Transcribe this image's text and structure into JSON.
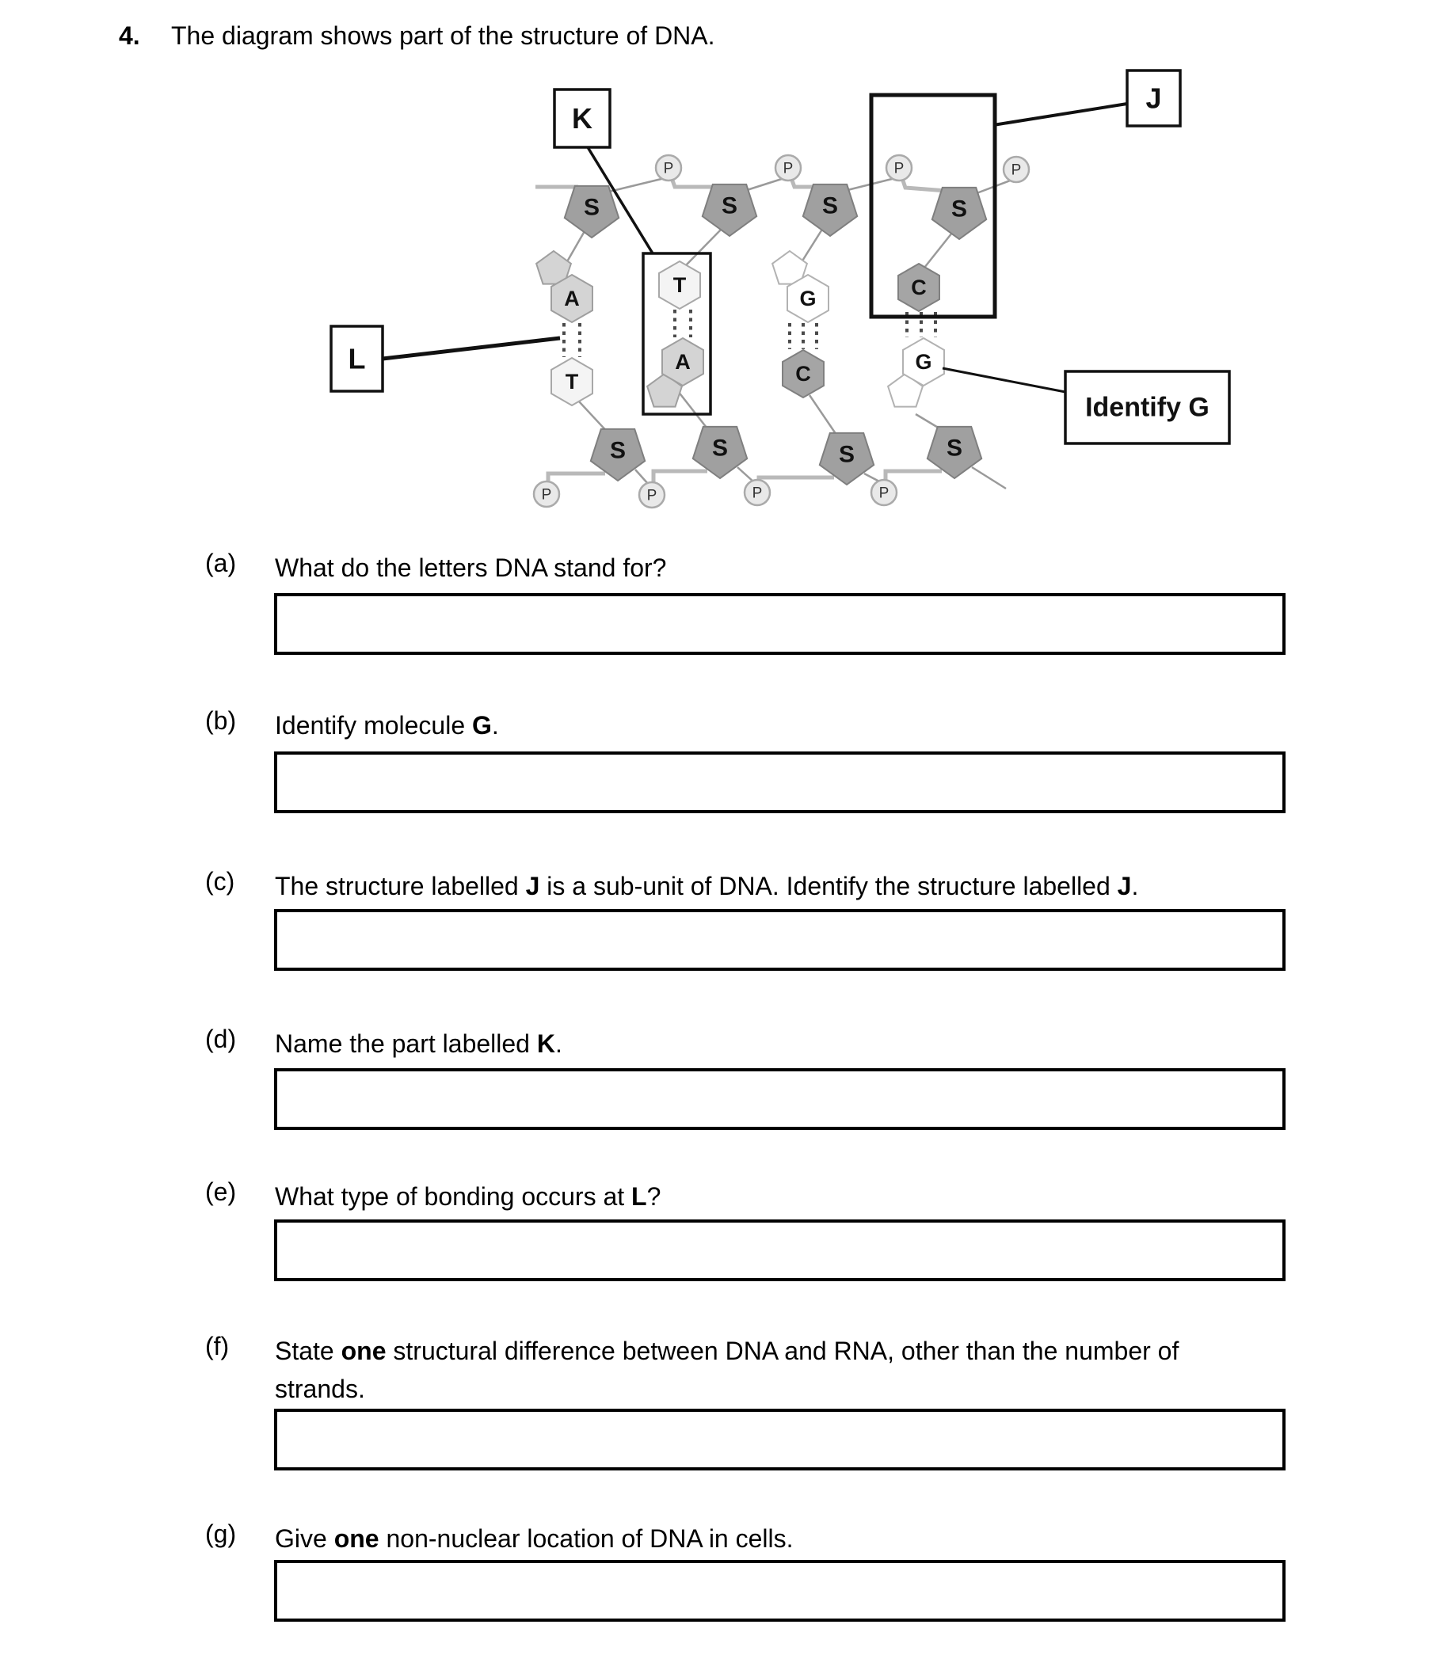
{
  "page": {
    "question_number": "4.",
    "title": "The diagram shows part of the structure of DNA."
  },
  "diagram": {
    "phosphate_letter": "P",
    "sugar_letter": "S",
    "labels": {
      "k": "K",
      "j": "J",
      "l": "L",
      "identify_g": "Identify G"
    },
    "base_pairs": [
      {
        "top": "A",
        "bottom": "T",
        "hbonds": 2,
        "boxed": false
      },
      {
        "top": "T",
        "bottom": "A",
        "hbonds": 2,
        "boxed": true
      },
      {
        "top": "G",
        "bottom": "C",
        "hbonds": 3,
        "boxed": false
      },
      {
        "top": "C",
        "bottom": "G",
        "hbonds": 3,
        "boxed": false
      }
    ]
  },
  "questions": [
    {
      "label": "(a)",
      "segments": [
        {
          "t": "What do the letters DNA stand for?"
        }
      ]
    },
    {
      "label": "(b)",
      "segments": [
        {
          "t": "Identify molecule "
        },
        {
          "t": "G",
          "b": true
        },
        {
          "t": "."
        }
      ]
    },
    {
      "label": "(c)",
      "segments": [
        {
          "t": "The structure labelled "
        },
        {
          "t": "J",
          "b": true
        },
        {
          "t": " is a sub-unit of DNA. Identify the structure labelled "
        },
        {
          "t": "J",
          "b": true
        },
        {
          "t": "."
        }
      ]
    },
    {
      "label": "(d)",
      "segments": [
        {
          "t": "Name the part labelled "
        },
        {
          "t": "K",
          "b": true
        },
        {
          "t": "."
        }
      ]
    },
    {
      "label": "(e)",
      "segments": [
        {
          "t": "What type of bonding occurs at "
        },
        {
          "t": "L",
          "b": true
        },
        {
          "t": "?"
        }
      ]
    },
    {
      "label": "(f)",
      "segments": [
        {
          "t": "State "
        },
        {
          "t": "one",
          "b": true
        },
        {
          "t": " structural difference between DNA and RNA, other than the number of"
        },
        {
          "br": true
        },
        {
          "t": "strands."
        }
      ]
    },
    {
      "label": "(g)",
      "segments": [
        {
          "t": "Give "
        },
        {
          "t": "one",
          "b": true
        },
        {
          "t": " non-nuclear location of DNA in cells."
        }
      ]
    }
  ]
}
